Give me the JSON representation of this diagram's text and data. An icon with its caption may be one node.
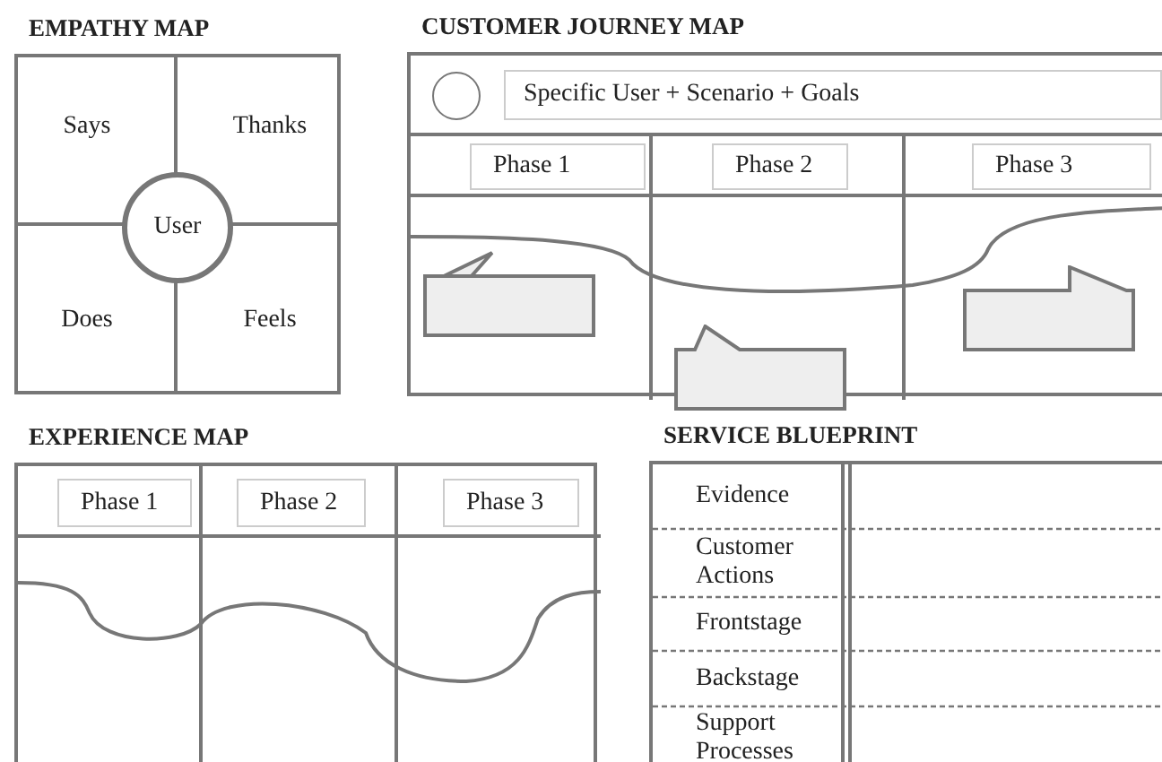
{
  "diagram": {
    "nodes": [
      {
        "text": [
          "EMPATHY MAP"
        ]
      },
      {
        "text": [
          "Says"
        ],
        "in": 0
      },
      {
        "text": [
          "Thanks"
        ],
        "in": 0
      },
      {
        "text": [
          "User"
        ],
        "in": 0
      },
      {
        "text": [
          "Does"
        ],
        "in": 0
      },
      {
        "text": [
          "Feels"
        ],
        "in": 0
      },
      {
        "text": [
          "CUSTOMER JOURNEY MAP"
        ]
      },
      {
        "text": [],
        "shape": "circle",
        "in": 6
      },
      {
        "text": [
          "Specific User + Scenario + Goals"
        ],
        "in": 6
      },
      {
        "text": [
          "Phase 1"
        ],
        "in": 6
      },
      {
        "text": [
          "Phase 2"
        ],
        "in": 6
      },
      {
        "text": [
          "Phase 3"
        ],
        "in": 6
      },
      {
        "text": [],
        "shape": "callout",
        "in": 6
      },
      {
        "text": [],
        "shape": "callout",
        "in": 6
      },
      {
        "text": [],
        "shape": "callout",
        "in": 6
      },
      {
        "text": [
          "EXPERIENCE MAP"
        ]
      },
      {
        "text": [
          "Phase 1"
        ],
        "in": 15
      },
      {
        "text": [
          "Phase 2"
        ],
        "in": 15
      },
      {
        "text": [
          "Phase 3"
        ],
        "in": 15
      },
      {
        "text": [
          "SERVICE BLUEPRINT"
        ]
      },
      {
        "text": [
          "Evidence"
        ],
        "in": 19
      },
      {
        "text": [
          "Customer Actions"
        ],
        "in": 19
      },
      {
        "text": [
          "Frontstage"
        ],
        "in": 19
      },
      {
        "text": [
          "Backstage"
        ],
        "in": 19
      },
      {
        "text": [
          "Support Processes"
        ],
        "in": 19
      }
    ],
    "edges": []
  }
}
